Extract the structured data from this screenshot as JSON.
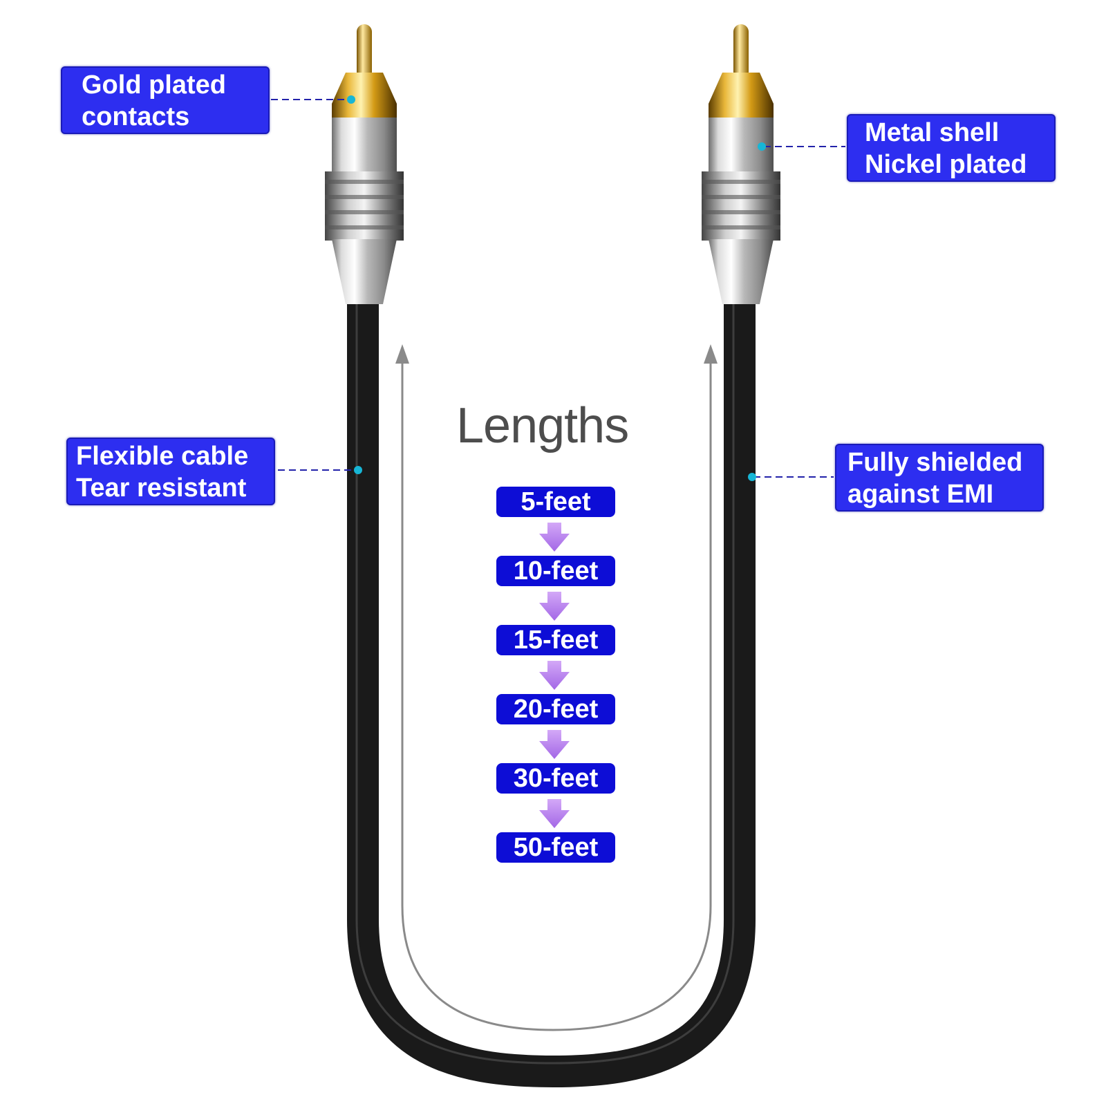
{
  "callouts": {
    "gold": [
      "Gold plated",
      "contacts"
    ],
    "metal": [
      "Metal shell",
      "Nickel plated"
    ],
    "flexible": [
      "Flexible cable",
      "Tear resistant"
    ],
    "shielded": [
      "Fully shielded",
      "against EMI"
    ]
  },
  "lengths": {
    "title": "Lengths",
    "options": [
      "5-feet",
      "10-feet",
      "15-feet",
      "20-feet",
      "30-feet",
      "50-feet"
    ]
  },
  "colors": {
    "callout_bg": "#2d2ef0",
    "pill_bg": "#0d0dd6",
    "arrow_purple": "#b983ee",
    "cable": "#1a1a1a",
    "gold": "#d9a520",
    "leader_dot": "#17b6d6"
  }
}
